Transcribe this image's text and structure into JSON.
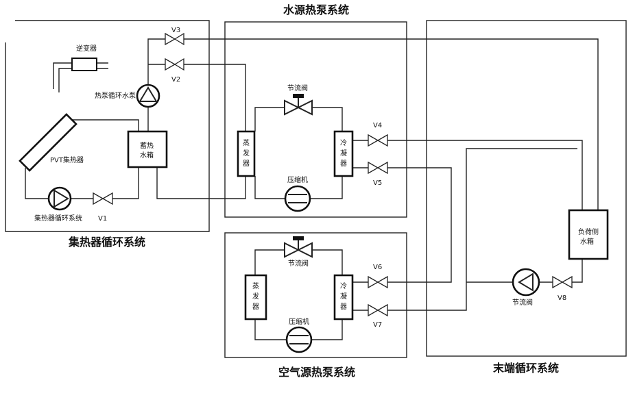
{
  "titles": {
    "water_source": "水源热泵系统",
    "collector": "集热器循环系统",
    "air_source": "空气源热泵系统",
    "terminal": "末端循环系统"
  },
  "components": {
    "inverter": "逆变器",
    "pvt": "PVT集热器",
    "hp_pump": "热泵循环水泵",
    "storage_tank_l1": "蓄热",
    "storage_tank_l2": "水箱",
    "collector_pump": "集热器循环系统",
    "throttle_1": "节流阀",
    "throttle_2": "节流阀",
    "throttle_3": "节流阀",
    "compressor_1": "压缩机",
    "compressor_2": "压缩机",
    "evap_1": "蒸发器",
    "cond_1": "冷凝器",
    "evap_2": "蒸发器",
    "cond_2": "冷凝器",
    "load_tank_l1": "负荷侧",
    "load_tank_l2": "水箱"
  },
  "valves": {
    "v1": "V1",
    "v2": "V2",
    "v3": "V3",
    "v4": "V4",
    "v5": "V5",
    "v6": "V6",
    "v7": "V7",
    "v8": "V8"
  },
  "colors": {
    "line": "#222222",
    "background": "#ffffff"
  }
}
